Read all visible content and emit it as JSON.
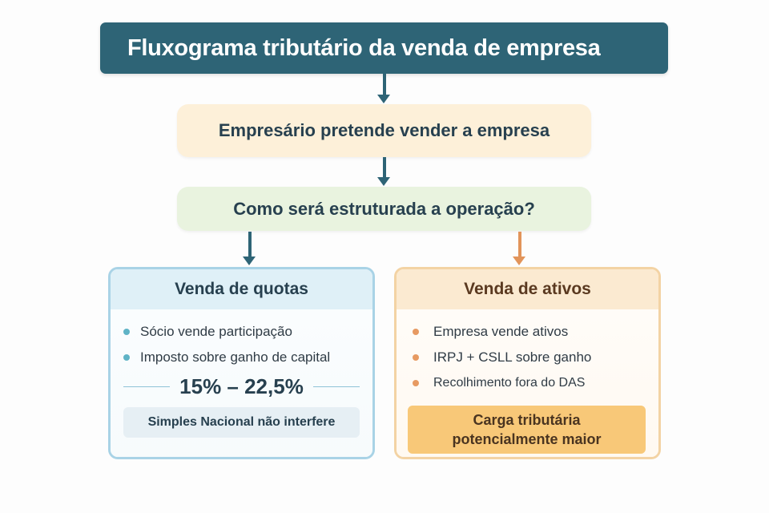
{
  "title": "Fluxograma tributário da venda de empresa",
  "steps": [
    {
      "label": "Empresário pretende vender a empresa"
    },
    {
      "label": "Como será estruturada a operação?"
    }
  ],
  "branches": {
    "left": {
      "heading": "Venda de quotas",
      "bullets": [
        "Sócio vende participação",
        "Imposto sobre ganho de capital"
      ],
      "rate": "15% – 22,5%",
      "note": "Simples Nacional não interfere",
      "accent_color": "#5fb3c6"
    },
    "right": {
      "heading": "Venda de ativos",
      "bullets": [
        "Empresa vende ativos",
        "IRPJ + CSLL sobre ganho",
        "Recolhimento fora do DAS"
      ],
      "note_lines": [
        "Carga tributária",
        "potencialmente maior"
      ],
      "accent_color": "#e79a62"
    }
  },
  "colors": {
    "title_bg": "#2e6476",
    "arrow_dark": "#2e6476",
    "arrow_orange": "#e2945a"
  }
}
